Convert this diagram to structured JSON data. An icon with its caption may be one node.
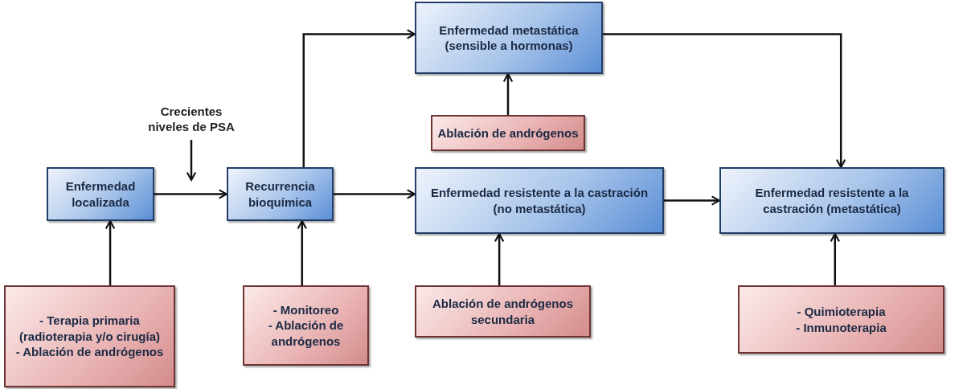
{
  "diagram": {
    "nodes": [
      {
        "text": [
          "Enfermedad localizada"
        ]
      },
      {
        "text": [
          "Recurrencia bioquímica"
        ]
      },
      {
        "text": [
          "Enfermedad metastática (sensible a hormonas)"
        ]
      },
      {
        "text": [
          "Ablación de andrógenos"
        ]
      },
      {
        "text": [
          "Enfermedad resistente a la castración (no metastática)"
        ]
      },
      {
        "text": [
          "Enfermedad resistente a la castración (metastática)"
        ]
      },
      {
        "text": [
          "- Terapia primaria (radioterapia y/o cirugía)",
          "- Ablación de andrógenos"
        ]
      },
      {
        "text": [
          "- Monitoreo",
          "- Ablación de andrógenos"
        ]
      },
      {
        "text": [
          "Ablación de andrógenos secundaria"
        ]
      },
      {
        "text": [
          "- Quimioterapia",
          "- Inmunoterapia"
        ]
      },
      {
        "text": [
          "Crecientes niveles de PSA"
        ]
      }
    ],
    "edges": [
      {
        "from": 0,
        "to": 1,
        "arrow": "to"
      },
      {
        "from": 1,
        "to": 2,
        "arrow": "to"
      },
      {
        "from": 1,
        "to": 4,
        "arrow": "to"
      },
      {
        "from": 4,
        "to": 5,
        "arrow": "to"
      },
      {
        "from": 2,
        "to": 5,
        "arrow": "to"
      },
      {
        "from": 3,
        "to": 2,
        "arrow": "to"
      },
      {
        "from": 6,
        "to": 0,
        "arrow": "to"
      },
      {
        "from": 7,
        "to": 1,
        "arrow": "to"
      },
      {
        "from": 8,
        "to": 4,
        "arrow": "to"
      },
      {
        "from": 9,
        "to": 5,
        "arrow": "to"
      },
      {
        "from": 10,
        "to": null,
        "arrow": "to"
      }
    ]
  }
}
